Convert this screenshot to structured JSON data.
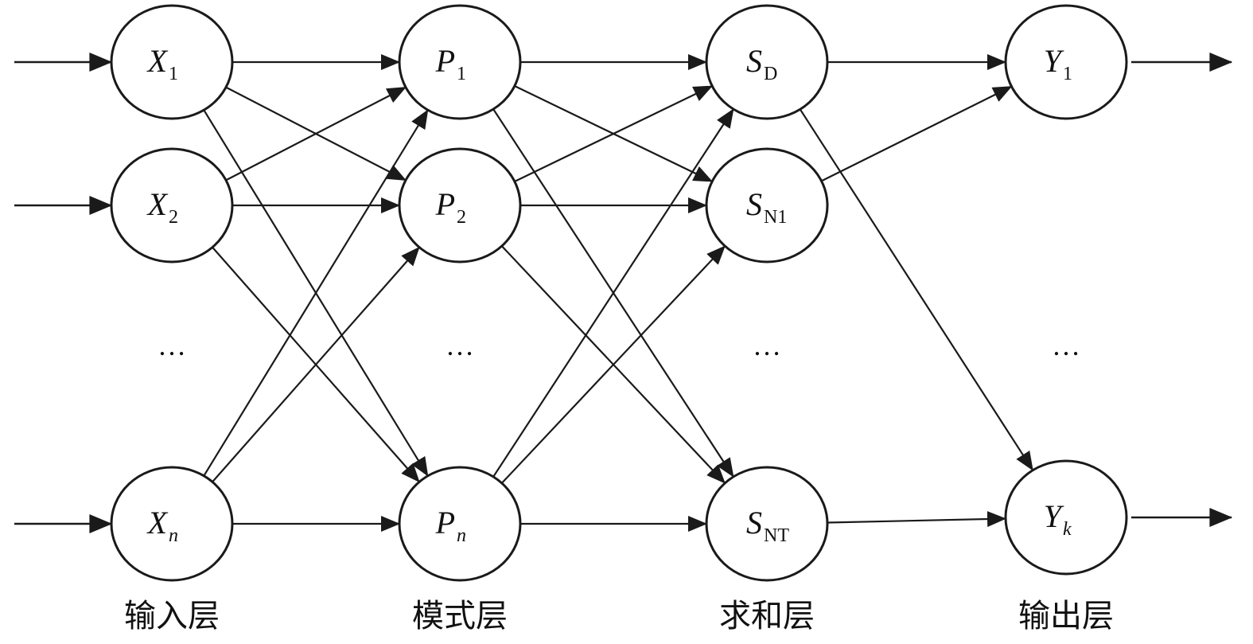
{
  "layers": [
    {
      "key": "input",
      "label": "输入层",
      "ellipsis": "…",
      "nodes": [
        {
          "main": "X",
          "sub": "1",
          "sub_italic": false
        },
        {
          "main": "X",
          "sub": "2",
          "sub_italic": false
        },
        {
          "main": "X",
          "sub": "n",
          "sub_italic": true
        }
      ]
    },
    {
      "key": "pattern",
      "label": "模式层",
      "ellipsis": "…",
      "nodes": [
        {
          "main": "P",
          "sub": "1",
          "sub_italic": false
        },
        {
          "main": "P",
          "sub": "2",
          "sub_italic": false
        },
        {
          "main": "P",
          "sub": "n",
          "sub_italic": true
        }
      ]
    },
    {
      "key": "summation",
      "label": "求和层",
      "ellipsis": "…",
      "nodes": [
        {
          "main": "S",
          "sub": "D",
          "sub_italic": false
        },
        {
          "main": "S",
          "sub": "N1",
          "sub_italic": false
        },
        {
          "main": "S",
          "sub": "NT",
          "sub_italic": false
        }
      ]
    },
    {
      "key": "output",
      "label": "输出层",
      "ellipsis": "…",
      "nodes": [
        {
          "main": "Y",
          "sub": "1",
          "sub_italic": false
        },
        {
          "main": "Y",
          "sub": "k",
          "sub_italic": true
        }
      ]
    }
  ],
  "connections": [
    [
      "input.0",
      "pattern.0"
    ],
    [
      "input.0",
      "pattern.1"
    ],
    [
      "input.0",
      "pattern.2"
    ],
    [
      "input.1",
      "pattern.0"
    ],
    [
      "input.1",
      "pattern.1"
    ],
    [
      "input.1",
      "pattern.2"
    ],
    [
      "input.2",
      "pattern.0"
    ],
    [
      "input.2",
      "pattern.1"
    ],
    [
      "input.2",
      "pattern.2"
    ],
    [
      "pattern.0",
      "summation.0"
    ],
    [
      "pattern.0",
      "summation.1"
    ],
    [
      "pattern.0",
      "summation.2"
    ],
    [
      "pattern.1",
      "summation.0"
    ],
    [
      "pattern.1",
      "summation.1"
    ],
    [
      "pattern.1",
      "summation.2"
    ],
    [
      "pattern.2",
      "summation.0"
    ],
    [
      "pattern.2",
      "summation.1"
    ],
    [
      "pattern.2",
      "summation.2"
    ],
    [
      "summation.0",
      "output.0"
    ],
    [
      "summation.1",
      "output.0"
    ],
    [
      "summation.0",
      "output.1"
    ],
    [
      "summation.2",
      "output.1"
    ]
  ]
}
